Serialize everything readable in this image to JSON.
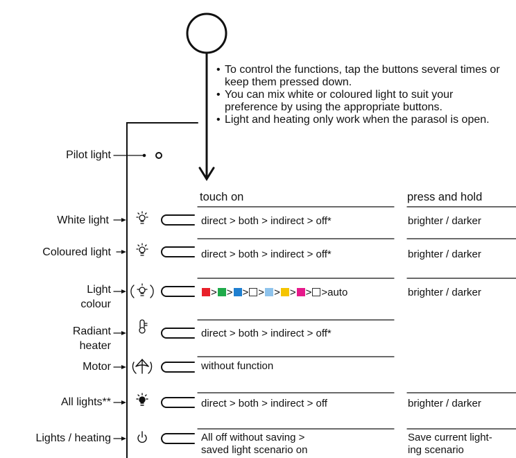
{
  "bullets": [
    "To control the functions, tap the buttons several times or keep them pressed down.",
    "You can mix white or coloured light to suit your preference by using the appropriate buttons.",
    "Light and heating only work when the parasol is open."
  ],
  "pilot_light_label": "Pilot light",
  "headers": {
    "touch": "touch on",
    "hold": "press and hold"
  },
  "rows": [
    {
      "label": "White light",
      "touch": "direct > both > indirect > off*",
      "hold": "brighter / darker"
    },
    {
      "label": "Coloured light",
      "touch": "direct > both > indirect > off*",
      "hold": "brighter / darker"
    },
    {
      "label1": "Light",
      "label2": "colour",
      "hold": "brighter / darker",
      "sequence_end": "auto",
      "sep": ">",
      "swatches": [
        "#e8202a",
        "#1faa4a",
        "#1f7fd0",
        "#ffffff",
        "#8ec3ec",
        "#f5c400",
        "#e6198b",
        "#ffffff"
      ]
    },
    {
      "label1": "Radiant",
      "label2": "heater",
      "touch": "direct > both > indirect > off*"
    },
    {
      "label": "Motor",
      "touch": "without function"
    },
    {
      "label": "All lights**",
      "touch": "direct > both > indirect > off",
      "hold": "brighter / darker"
    },
    {
      "label": "Lights / heating",
      "touch1": "All off without saving >",
      "touch2": "saved light scenario on",
      "hold1": "Save current light-",
      "hold2": "ing scenario"
    }
  ]
}
